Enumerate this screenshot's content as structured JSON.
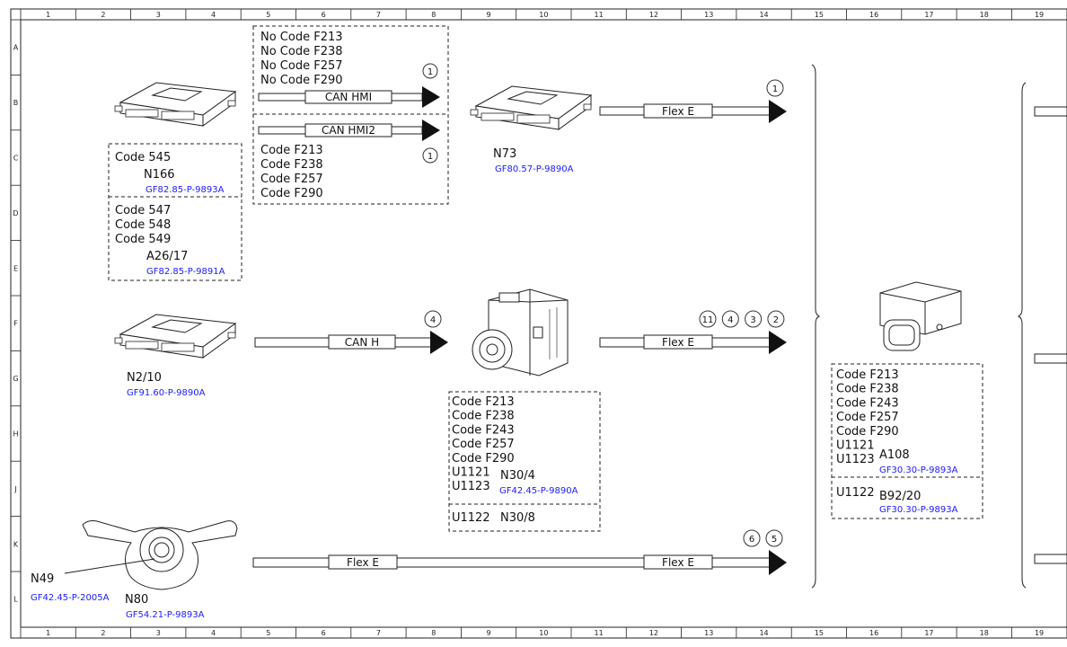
{
  "grid": {
    "columns": [
      "1",
      "2",
      "3",
      "4",
      "5",
      "6",
      "7",
      "8",
      "9",
      "10",
      "11",
      "12",
      "13",
      "14",
      "15",
      "16",
      "17",
      "18",
      "19"
    ],
    "rows": [
      "A",
      "B",
      "C",
      "D",
      "E",
      "F",
      "G",
      "H",
      "J",
      "K",
      "L"
    ]
  },
  "box_nocode": {
    "lines": [
      "No Code F213",
      "No Code F238",
      "No Code F257",
      "No Code F290"
    ]
  },
  "box_code_hmi2": {
    "lines": [
      "Code F213",
      "Code F238",
      "Code F257",
      "Code F290"
    ]
  },
  "box_n166": {
    "code": "Code 545",
    "label": "N166",
    "ref": "GF82.85-P-9893A"
  },
  "box_a26": {
    "codes": [
      "Code 547",
      "Code 548",
      "Code 549"
    ],
    "label": "A26/17",
    "ref": "GF82.85-P-9891A"
  },
  "n73": {
    "label": "N73",
    "ref": "GF80.57-P-9890A"
  },
  "n2_10": {
    "label": "N2/10",
    "ref": "GF91.60-P-9890A"
  },
  "box_n30": {
    "codes": [
      "Code F213",
      "Code F238",
      "Code F243",
      "Code F257",
      "Code F290",
      "U1121",
      "U1123"
    ],
    "label": "N30/4",
    "ref": "GF42.45-P-9890A",
    "lower_code": "U1122",
    "lower_label": "N30/8"
  },
  "box_a108": {
    "codes": [
      "Code F213",
      "Code F238",
      "Code F243",
      "Code F257",
      "Code F290",
      "U1121",
      "U1123"
    ],
    "label": "A108",
    "ref": "GF30.30-P-9893A",
    "lower_code": "U1122",
    "lower_label": "B92/20",
    "lower_ref": "GF30.30-P-9893A"
  },
  "n49": {
    "label": "N49",
    "ref": "GF42.45-P-2005A"
  },
  "n80": {
    "label": "N80",
    "ref": "GF54.21-P-9893A"
  },
  "buses": {
    "can_hmi": "CAN HMI",
    "can_hmi2": "CAN HMI2",
    "flex_e": "Flex E",
    "can_h": "CAN H"
  },
  "markers": {
    "hmi": "1",
    "hmi2": "1",
    "n73_flex": "1",
    "can_h": "4",
    "flex_mid": [
      "11",
      "4",
      "3",
      "2"
    ],
    "flex_bottom": [
      "6",
      "5"
    ]
  }
}
